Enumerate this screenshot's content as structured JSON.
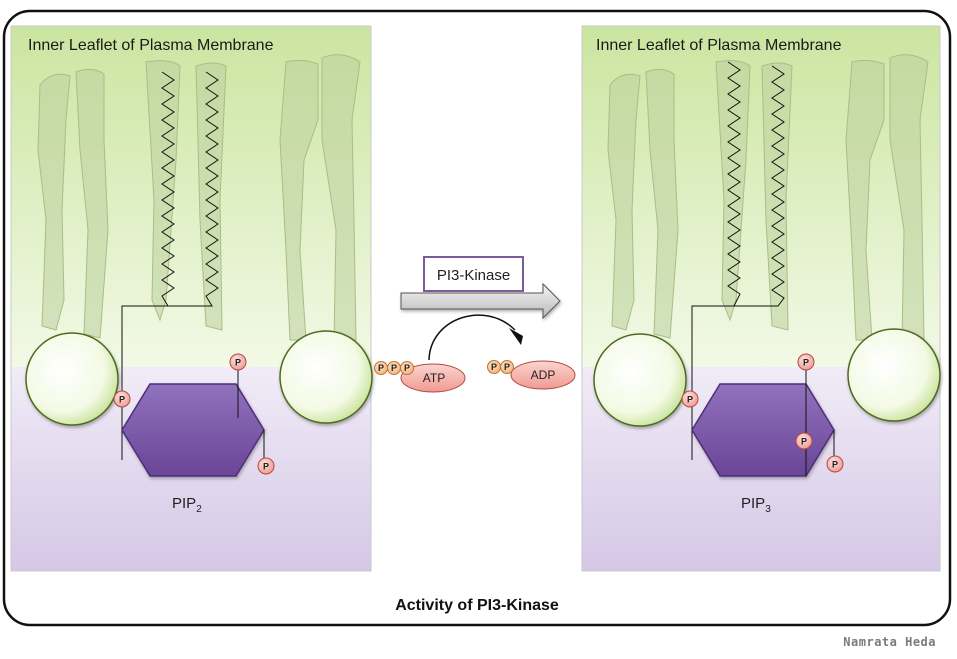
{
  "panels": {
    "left": {
      "title": "Inner Leaflet of Plasma Membrane",
      "pip_base": "PIP",
      "pip_sub": "2"
    },
    "right": {
      "title": "Inner Leaflet of Plasma Membrane",
      "pip_base": "PIP",
      "pip_sub": "3"
    }
  },
  "phosphate_label": "P",
  "reaction": {
    "enzyme": "PI3-Kinase",
    "substrate": "ATP",
    "product": "ADP"
  },
  "caption": "Activity of PI3-Kinase",
  "credit": "Namrata Heda",
  "colors": {
    "membrane_green": "#d6ebb4",
    "cytoplasm_lavender": "#e3d8ef",
    "hexagon_purple": "#7a55a8",
    "phosphate_pink": "#f6b3ad",
    "enzyme_border": "#7b5b9c"
  }
}
